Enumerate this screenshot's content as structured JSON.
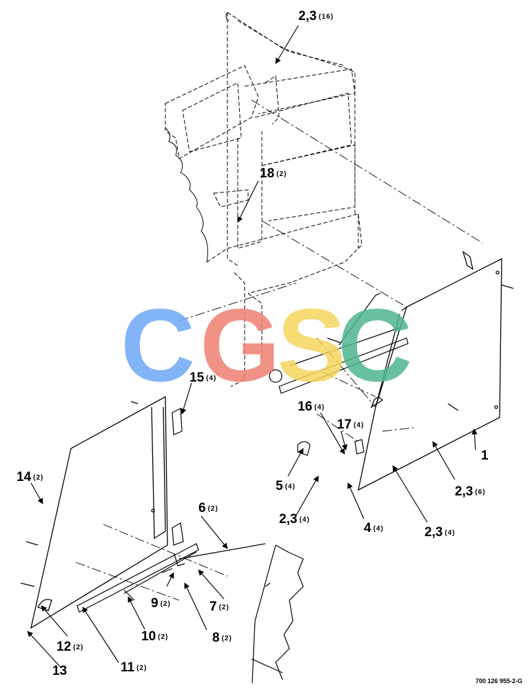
{
  "watermark": {
    "letters": [
      "C",
      "G",
      "S",
      "C"
    ],
    "colors": [
      "#6ea8f7",
      "#ef7f72",
      "#f6d55c",
      "#4fb68f"
    ]
  },
  "callouts": [
    {
      "id": "c-2-3-16",
      "num": "2,3",
      "qty": "(16)"
    },
    {
      "id": "c-18",
      "num": "18",
      "qty": "(2)"
    },
    {
      "id": "c-15",
      "num": "15",
      "qty": "(4)"
    },
    {
      "id": "c-16",
      "num": "16",
      "qty": "(4)"
    },
    {
      "id": "c-17",
      "num": "17",
      "qty": "(4)"
    },
    {
      "id": "c-1",
      "num": "1",
      "qty": ""
    },
    {
      "id": "c-14",
      "num": "14",
      "qty": "(2)"
    },
    {
      "id": "c-5",
      "num": "5",
      "qty": "(4)"
    },
    {
      "id": "c-2-3-6",
      "num": "2,3",
      "qty": "(6)"
    },
    {
      "id": "c-2-3-4a",
      "num": "2,3",
      "qty": "(4)"
    },
    {
      "id": "c-4",
      "num": "4",
      "qty": "(4)"
    },
    {
      "id": "c-2-3-4b",
      "num": "2,3",
      "qty": "(4)"
    },
    {
      "id": "c-6",
      "num": "6",
      "qty": "(2)"
    },
    {
      "id": "c-9",
      "num": "9",
      "qty": "(2)"
    },
    {
      "id": "c-7",
      "num": "7",
      "qty": "(2)"
    },
    {
      "id": "c-12",
      "num": "12",
      "qty": "(2)"
    },
    {
      "id": "c-10",
      "num": "10",
      "qty": "(2)"
    },
    {
      "id": "c-8",
      "num": "8",
      "qty": "(2)"
    },
    {
      "id": "c-13",
      "num": "13",
      "qty": ""
    },
    {
      "id": "c-11",
      "num": "11",
      "qty": "(2)"
    }
  ],
  "drawing_number": "700 126 955-2-G"
}
